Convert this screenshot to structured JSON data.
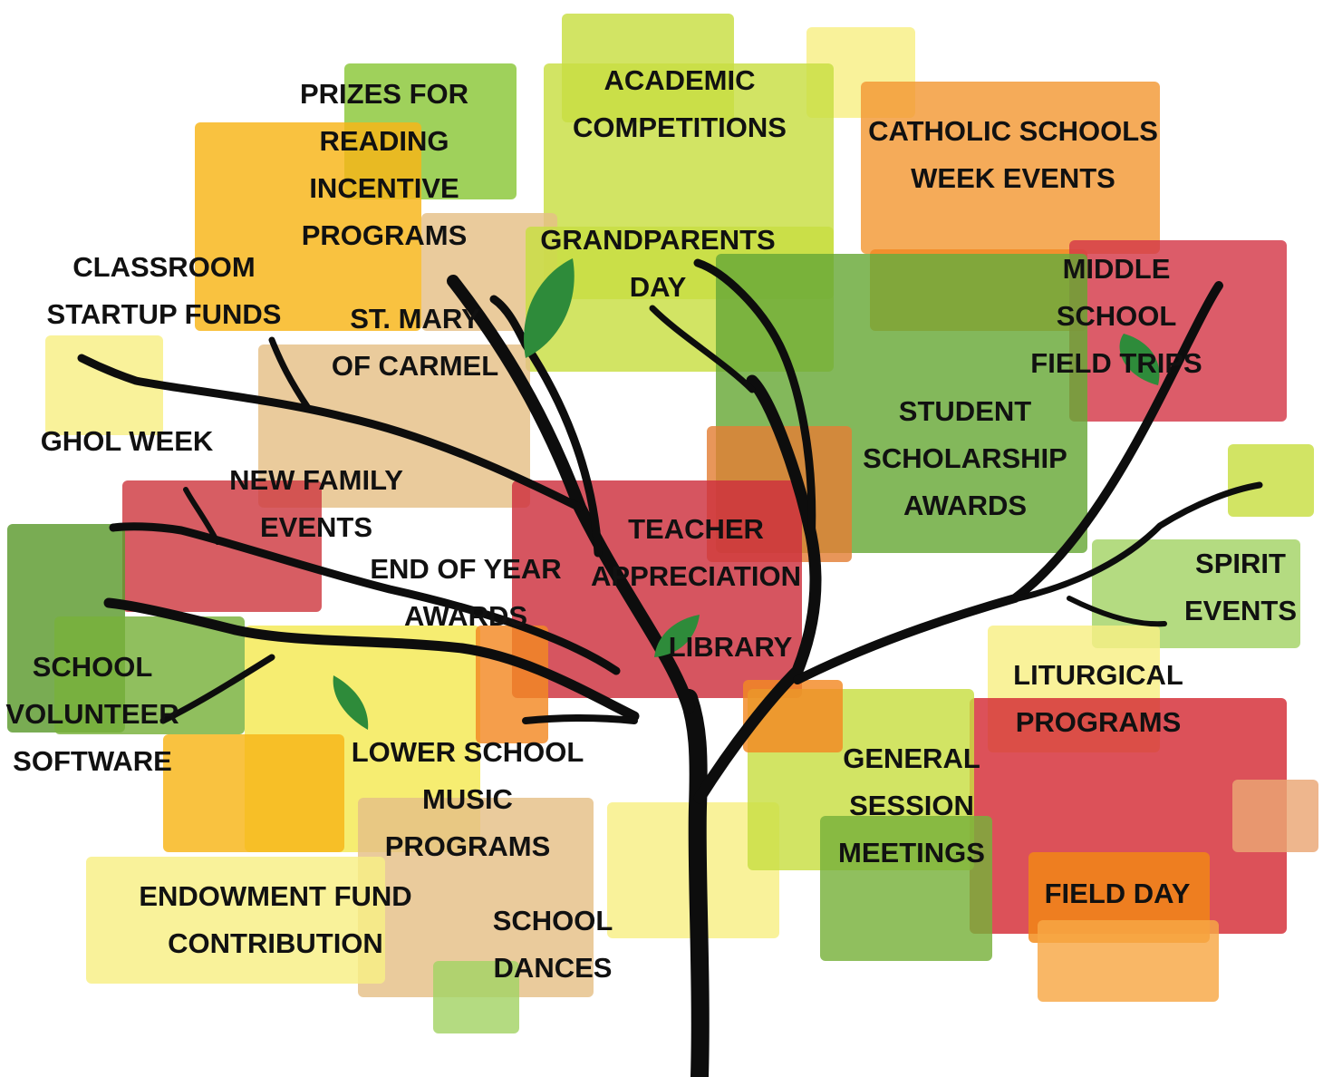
{
  "colors": {
    "lime": "#c9de4a",
    "green": "#8cc63e",
    "darkgreen": "#5e9a32",
    "yellow": "#f4ea5a",
    "paleyellow": "#f7f08a",
    "orange": "#f5a623",
    "darkorange": "#ef7f1a",
    "tan": "#e4c08a",
    "red": "#cf3b3b",
    "darkred": "#b8373a",
    "trunk": "#0d0d0d",
    "leaf": "#2e8b3a"
  },
  "labels": {
    "prizes": "PRIZES FOR\nREADING\nINCENTIVE\nPROGRAMS",
    "academic": "ACADEMIC\nCOMPETITIONS",
    "catholic": "CATHOLIC SCHOOLS\nWEEK EVENTS",
    "classroom": "CLASSROOM\nSTARTUP FUNDS",
    "grandparents": "GRANDPARENTS\nDAY",
    "middle_school": "MIDDLE SCHOOL\nFIELD TRIPS",
    "st_mary": "ST. MARY\nOF CARMEL",
    "ghol": "GHOL WEEK",
    "student_scholarship": "STUDENT\nSCHOLARSHIP\nAWARDS",
    "new_family": "NEW FAMILY\nEVENTS",
    "teacher": "TEACHER\nAPPRECIATION",
    "end_of_year": "END OF YEAR\nAWARDS",
    "spirit": "SPIRIT\nEVENTS",
    "library": "LIBRARY",
    "liturgical": "LITURGICAL\nPROGRAMS",
    "volunteer": "SCHOOL\nVOLUNTEER\nSOFTWARE",
    "lower_school": "LOWER SCHOOL\nMUSIC\nPROGRAMS",
    "general": "GENERAL\nSESSION\nMEETINGS",
    "field_day": "FIELD DAY",
    "endowment": "ENDOWMENT FUND\nCONTRIBUTION",
    "dances": "SCHOOL\nDANCES"
  }
}
